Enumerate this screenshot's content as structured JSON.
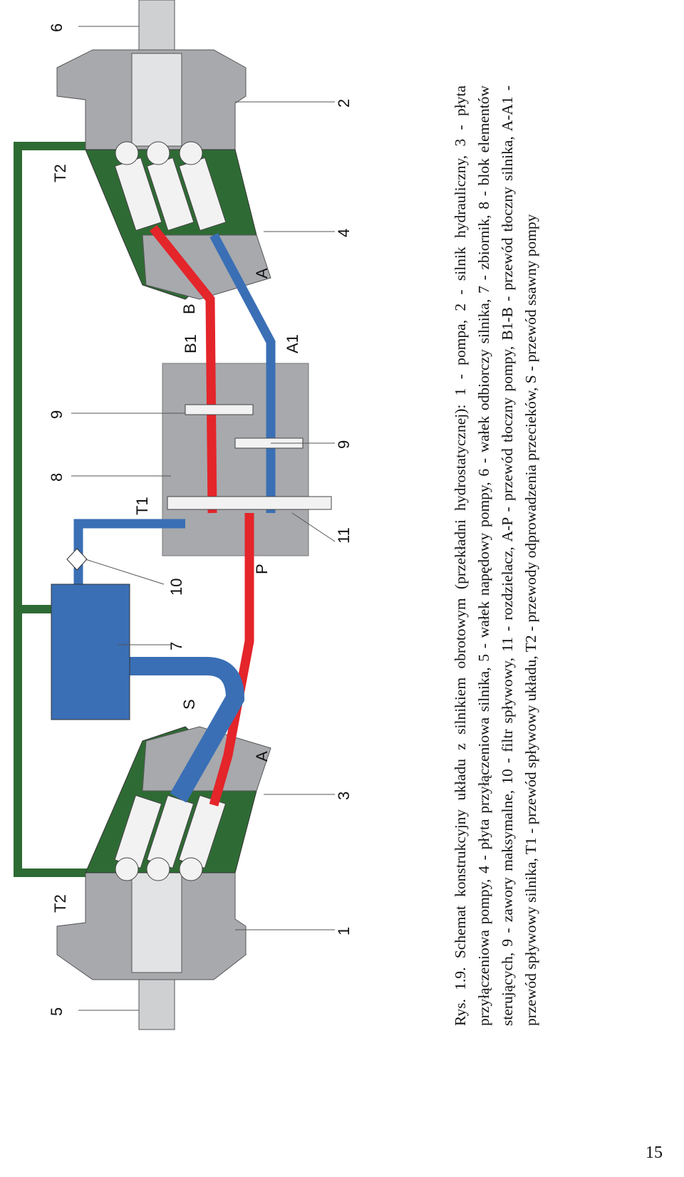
{
  "figure": {
    "labels": {
      "n1": "1",
      "n2": "2",
      "n3": "3",
      "n4": "4",
      "n5": "5",
      "n6": "6",
      "n7": "7",
      "n8": "8",
      "n9a": "9",
      "n9b": "9",
      "n10": "10",
      "n11": "11",
      "T1": "T1",
      "T2a": "T2",
      "T2b": "T2",
      "B1": "B1",
      "B": "B",
      "A_top": "A",
      "A1": "A1",
      "A_bottom": "A",
      "P": "P",
      "S": "S"
    },
    "colors": {
      "red": "#e4252a",
      "blue": "#3a6fb5",
      "green": "#2e6b34",
      "gray": "#a7a9ad",
      "light_gray": "#cfd0d2"
    }
  },
  "caption": "Rys. 1.9. Schemat konstrukcyjny układu z silnikiem obrotowym (przekładni hydrostatycznej): 1 - pompa, 2 - silnik hydrauliczny, 3 - płyta przyłączeniowa pompy, 4 - płyta przyłączeniowa silnika, 5 - wałek napędowy pompy, 6 - wałek odbiorczy silnika, 7 - zbiornik, 8 - blok elementów sterujących, 9 - zawory maksymalne, 10 - filtr spływowy, 11 - rozdzielacz, A-P - przewód tłoczny pompy, B1-B - przewód tłoczny silnika, A-A1 - przewód spływowy silnika, T1 - przewód spływowy układu, T2 - przewody odprowadzenia przecieków, S - przewód ssawny pompy",
  "page_number": "15"
}
